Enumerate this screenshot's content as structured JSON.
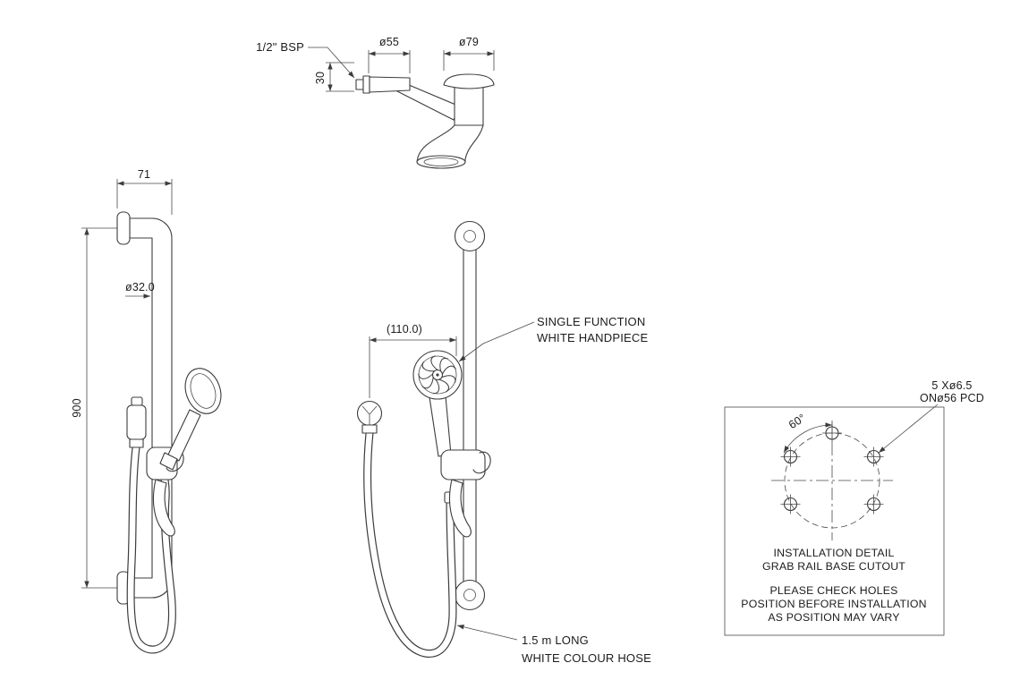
{
  "arm_detail": {
    "bsp_label": "1/2\" BSP",
    "dia_55": "ø55",
    "dia_79": "ø79",
    "dim_30": "30"
  },
  "side_view": {
    "dim_71": "71",
    "dia_32": "ø32.0",
    "dim_900": "900"
  },
  "front_view": {
    "dim_110": "(110.0)",
    "handpiece_note_1": "SINGLE FUNCTION",
    "handpiece_note_2": "WHITE HANDPIECE",
    "hose_note_1": "1.5 m LONG",
    "hose_note_2": "WHITE COLOUR HOSE"
  },
  "installation_detail": {
    "holes_note_1": "5 Xø6.5",
    "holes_note_2": "ONø56 PCD",
    "angle_60": "60°",
    "caption_1": "INSTALLATION DETAIL",
    "caption_2": "GRAB RAIL BASE CUTOUT",
    "warning_1": "PLEASE CHECK HOLES",
    "warning_2": "POSITION BEFORE INSTALLATION",
    "warning_3": "AS POSITION MAY VARY"
  },
  "colors": {
    "line": "#3c3c3c",
    "text": "#1c1c1c",
    "background": "#ffffff"
  }
}
